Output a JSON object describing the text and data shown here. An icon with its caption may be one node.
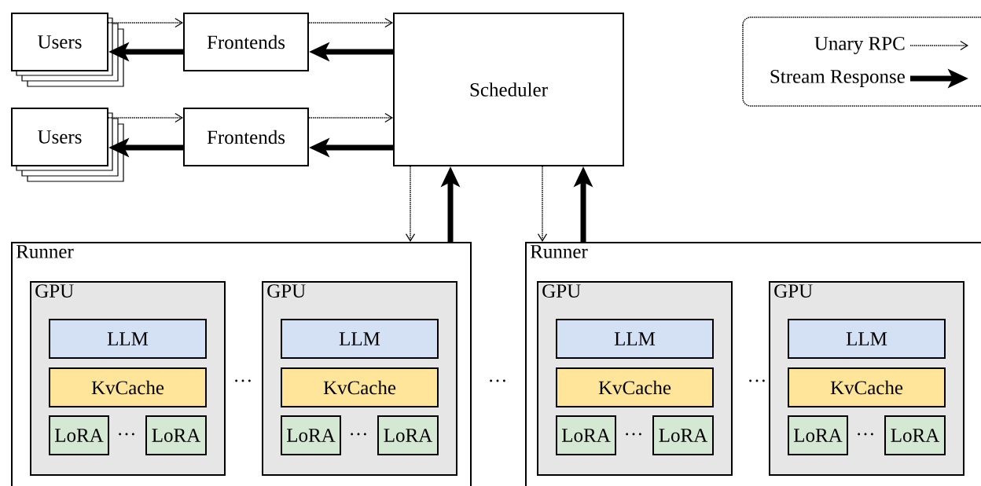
{
  "diagram": {
    "nodes": [
      {
        "text": [
          "Users"
        ]
      },
      {
        "text": [
          "Users"
        ]
      },
      {
        "text": [
          "Frontends"
        ]
      },
      {
        "text": [
          "Frontends"
        ]
      },
      {
        "text": [
          "Scheduler"
        ]
      },
      {
        "text": [
          "Runner"
        ]
      },
      {
        "text": [
          "GPU"
        ],
        "in": 5
      },
      {
        "text": [
          "LLM"
        ],
        "in": 6
      },
      {
        "text": [
          "KvCache"
        ],
        "in": 6
      },
      {
        "text": [
          "LoRA"
        ],
        "in": 6
      },
      {
        "text": [
          "LoRA"
        ],
        "in": 6
      },
      {
        "text": [
          "GPU"
        ],
        "in": 5
      },
      {
        "text": [
          "LLM"
        ],
        "in": 11
      },
      {
        "text": [
          "KvCache"
        ],
        "in": 11
      },
      {
        "text": [
          "LoRA"
        ],
        "in": 11
      },
      {
        "text": [
          "LoRA"
        ],
        "in": 11
      },
      {
        "text": [
          "Runner"
        ]
      },
      {
        "text": [
          "GPU"
        ],
        "in": 16
      },
      {
        "text": [
          "LLM"
        ],
        "in": 17
      },
      {
        "text": [
          "KvCache"
        ],
        "in": 17
      },
      {
        "text": [
          "LoRA"
        ],
        "in": 17
      },
      {
        "text": [
          "LoRA"
        ],
        "in": 17
      },
      {
        "text": [
          "GPU"
        ],
        "in": 16
      },
      {
        "text": [
          "LLM"
        ],
        "in": 22
      },
      {
        "text": [
          "KvCache"
        ],
        "in": 22
      },
      {
        "text": [
          "LoRA"
        ],
        "in": 22
      },
      {
        "text": [
          "LoRA"
        ],
        "in": 22
      }
    ],
    "edges": [
      {
        "from": 0,
        "to": 2,
        "arrow": "to",
        "style": "dashed"
      },
      {
        "from": 2,
        "to": 0,
        "arrow": "to",
        "style": "thick"
      },
      {
        "from": 2,
        "to": 4,
        "arrow": "to",
        "style": "dashed"
      },
      {
        "from": 4,
        "to": 2,
        "arrow": "to",
        "style": "thick"
      },
      {
        "from": 1,
        "to": 3,
        "arrow": "to",
        "style": "dashed"
      },
      {
        "from": 3,
        "to": 1,
        "arrow": "to",
        "style": "thick"
      },
      {
        "from": 3,
        "to": 4,
        "arrow": "to",
        "style": "dashed"
      },
      {
        "from": 4,
        "to": 3,
        "arrow": "to",
        "style": "thick"
      },
      {
        "from": 4,
        "to": 5,
        "arrow": "to",
        "style": "dashed"
      },
      {
        "from": 5,
        "to": 4,
        "arrow": "to",
        "style": "thick"
      },
      {
        "from": 4,
        "to": 16,
        "arrow": "to",
        "style": "dashed"
      },
      {
        "from": 16,
        "to": 4,
        "arrow": "to",
        "style": "thick"
      }
    ],
    "labels": [
      "…",
      "…",
      "…",
      "…",
      "…",
      "…",
      "…"
    ],
    "legend": [
      {
        "text": "Unary RPC"
      },
      {
        "text": "Stream Response"
      }
    ]
  }
}
